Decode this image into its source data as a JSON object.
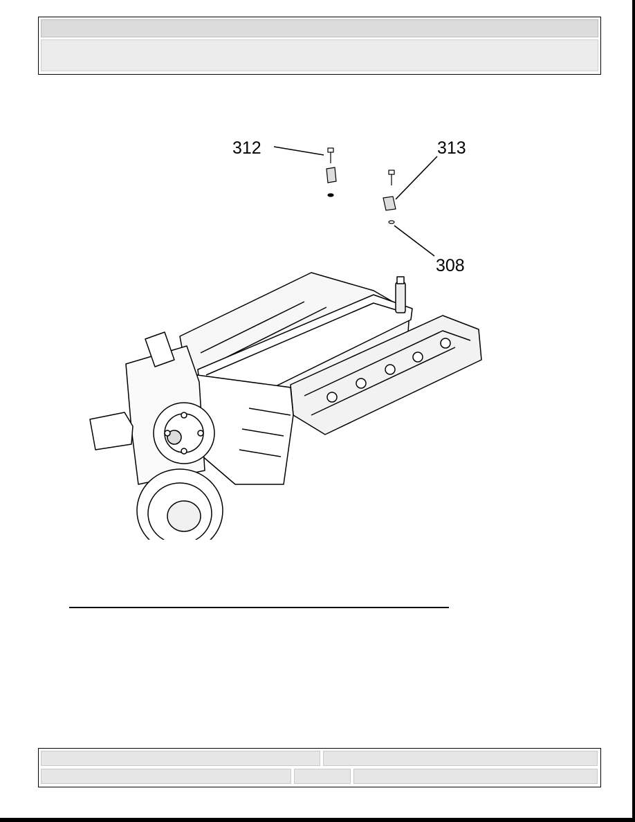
{
  "header": {
    "title": "",
    "subtitle": ""
  },
  "figure": {
    "callouts": [
      {
        "id": "c312",
        "label": "312"
      },
      {
        "id": "c313",
        "label": "313"
      },
      {
        "id": "c308",
        "label": "308"
      }
    ]
  },
  "footer": {
    "left_top": "",
    "right_top": "",
    "left_bottom": "",
    "middle_bottom": "",
    "right_bottom": ""
  },
  "colors": {
    "line": "#000000",
    "header_band": "#dcdcdc",
    "panel": "#ececec"
  }
}
